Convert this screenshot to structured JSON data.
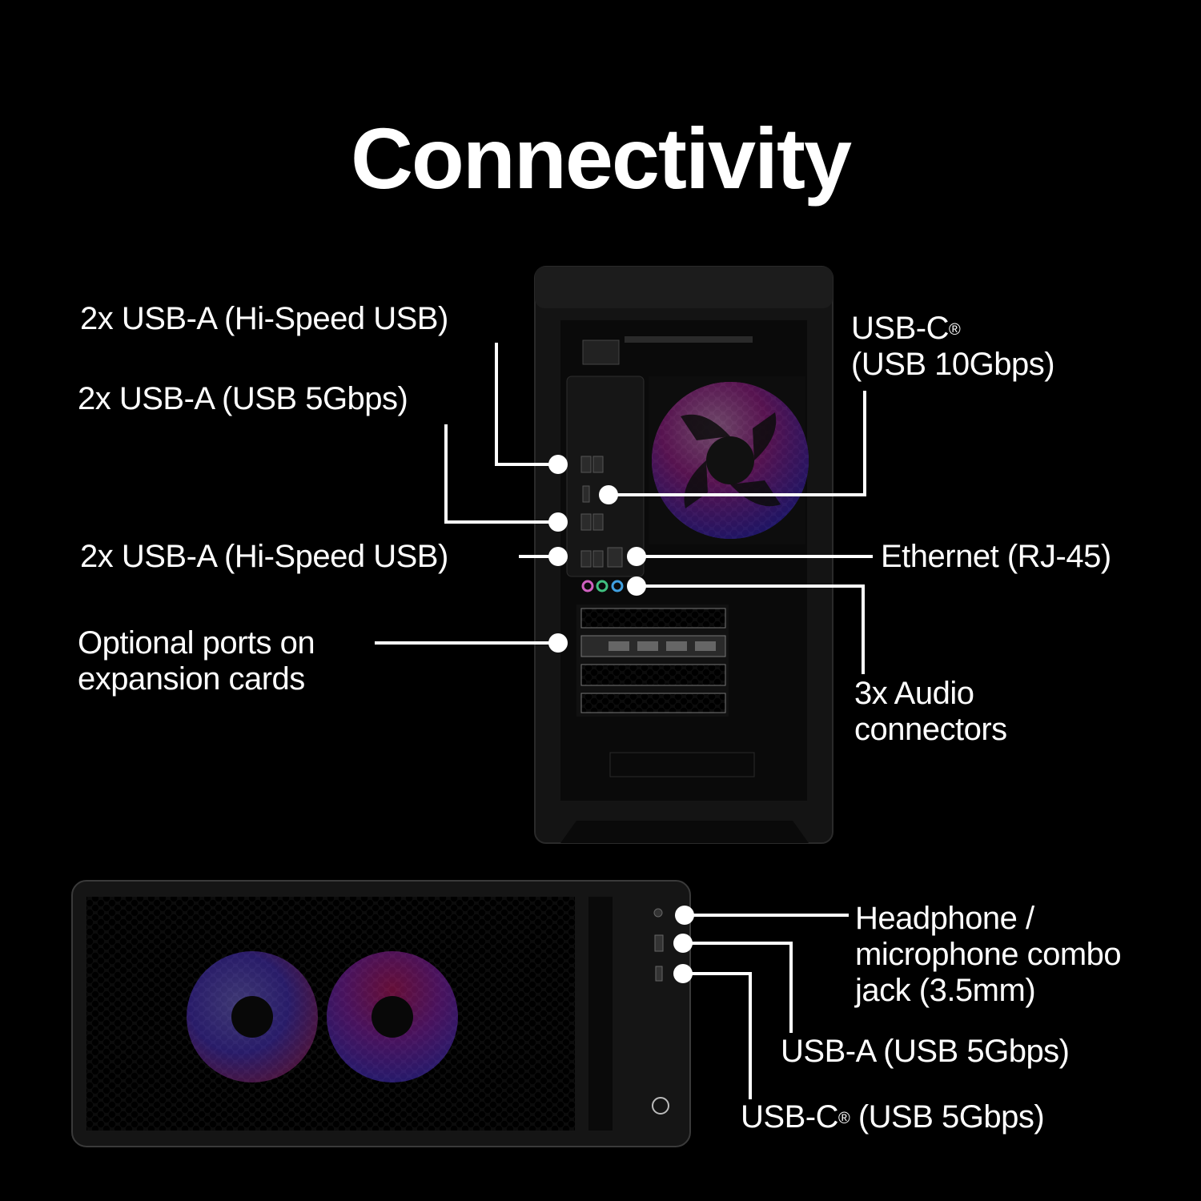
{
  "title": "Connectivity",
  "rear_labels": {
    "usb_a_hispeed_top": "2x USB-A (Hi-Speed USB)",
    "usb_a_5gbps": "2x USB-A (USB 5Gbps)",
    "usb_a_hispeed_bottom": "2x USB-A (Hi-Speed USB)",
    "expansion_line1": "Optional ports on",
    "expansion_line2": "expansion cards",
    "usb_c_line1": "USB-C",
    "usb_c_reg": "®",
    "usb_c_line2": "(USB 10Gbps)",
    "ethernet": "Ethernet (RJ-45)",
    "audio_line1": "3x Audio",
    "audio_line2": "connectors"
  },
  "front_labels": {
    "headphone_line1": "Headphone /",
    "headphone_line2": "microphone combo",
    "headphone_line3": "jack (3.5mm)",
    "usb_a": "USB-A (USB 5Gbps)",
    "usb_c_prefix": "USB-C",
    "usb_c_reg": "®",
    "usb_c_suffix": " (USB 5Gbps)"
  },
  "colors": {
    "background": "#000000",
    "text": "#ffffff",
    "fan_pink": "#e0207a",
    "fan_blue": "#4a3cf0"
  }
}
